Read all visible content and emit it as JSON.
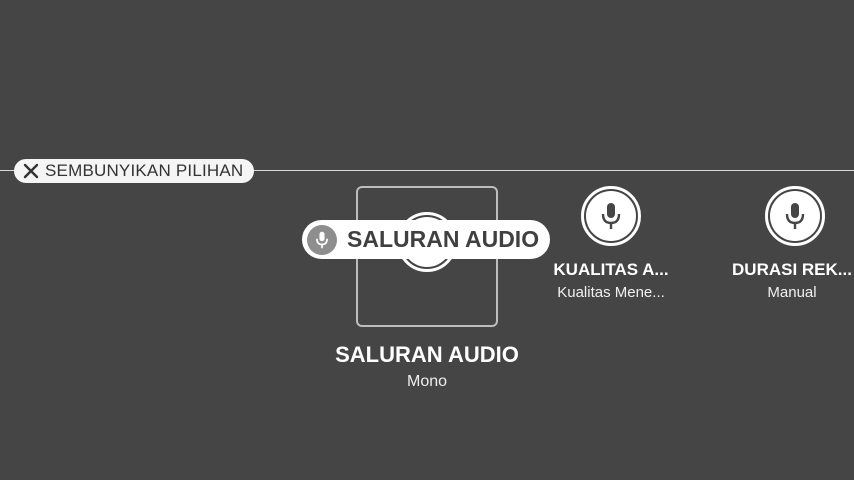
{
  "toolbar": {
    "hide_options_label": "SEMBUNYIKAN PILIHAN",
    "hide_icon": "close-icon"
  },
  "selected_option": {
    "title": "SALURAN AUDIO",
    "value": "Mono",
    "icon": "microphone-icon"
  },
  "tooltip": {
    "label": "SALURAN AUDIO",
    "icon": "microphone-icon"
  },
  "options": [
    {
      "title": "KUALITAS A...",
      "value": "Kualitas Mene...",
      "icon": "microphone-icon"
    },
    {
      "title": "DURASI REK...",
      "value": "Manual",
      "icon": "microphone-icon"
    }
  ],
  "colors": {
    "background": "#454545",
    "text": "#ffffff",
    "pill": "#f5f5f5",
    "pill_text": "#333333",
    "tooltip_icon_bg": "#8e8e8e"
  }
}
